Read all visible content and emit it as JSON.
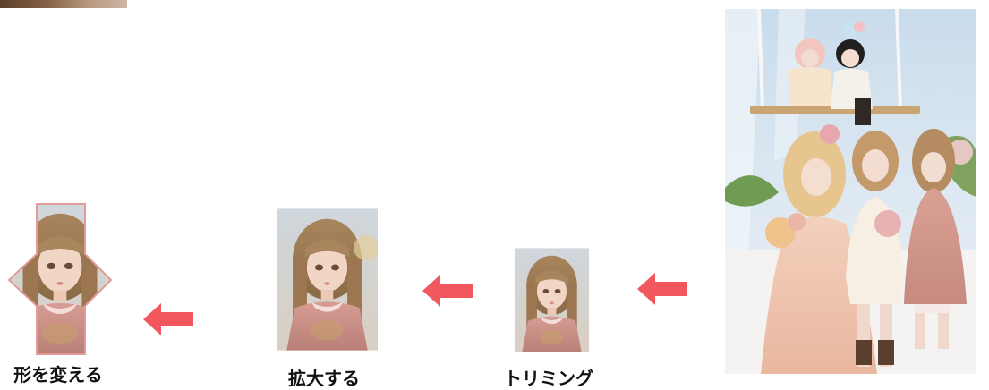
{
  "steps": [
    {
      "label": "形を変える"
    },
    {
      "label": "拡大する"
    },
    {
      "label": "トリミング"
    }
  ],
  "colors": {
    "arrow": "#f2575e",
    "frame": "#e49a9a"
  },
  "icons": {
    "arrow": "left-arrow-icon"
  }
}
